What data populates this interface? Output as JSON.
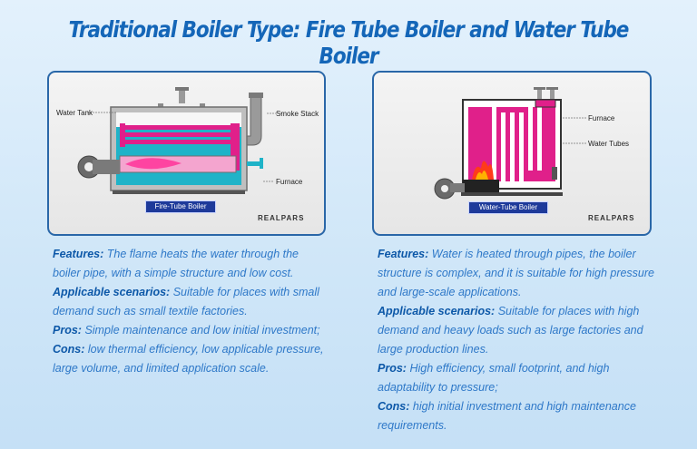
{
  "title": "Traditional Boiler Type: Fire Tube Boiler and Water Tube Boiler",
  "left": {
    "labels": {
      "water_tank": "Water Tank",
      "smoke_stack": "Smoke Stack",
      "furnace": "Furnace"
    },
    "caption": "Fire-Tube Boiler",
    "brand": "REALPARS",
    "features_label": "Features:",
    "features": "The flame heats the water through the boiler pipe, with a simple structure and low cost.",
    "applicable_label": "Applicable scenarios:",
    "applicable": "Suitable for places with small demand such as small textile factories.",
    "pros_label": "Pros:",
    "pros": "Simple maintenance and low initial investment;",
    "cons_label": "Cons:",
    "cons": "low thermal efficiency, low applicable pressure, large volume, and limited application scale."
  },
  "right": {
    "labels": {
      "furnace": "Furnace",
      "water_tubes": "Water Tubes"
    },
    "caption": "Water-Tube Boiler",
    "brand": "REALPARS",
    "features_label": "Features:",
    "features": "Water is heated through pipes, the boiler structure is complex, and it is suitable for high pressure and large-scale applications.",
    "applicable_label": "Applicable scenarios:",
    "applicable": "Suitable for places with high demand and heavy loads such as large factories and large production lines.",
    "pros_label": "Pros:",
    "pros": "High efficiency, small footprint, and high adaptability to pressure;",
    "cons_label": "Cons:",
    "cons": "high initial investment and high maintenance requirements."
  },
  "colors": {
    "title": "#1466b8",
    "panel_border": "#2a67a8",
    "body_text": "#2e78c8",
    "label_text": "#0d58a8",
    "caption_bg": "#1e3a9a",
    "teal": "#1fb3c8",
    "magenta": "#e0208a",
    "pink": "#f08ac0",
    "steel": "#8c8c8c"
  }
}
